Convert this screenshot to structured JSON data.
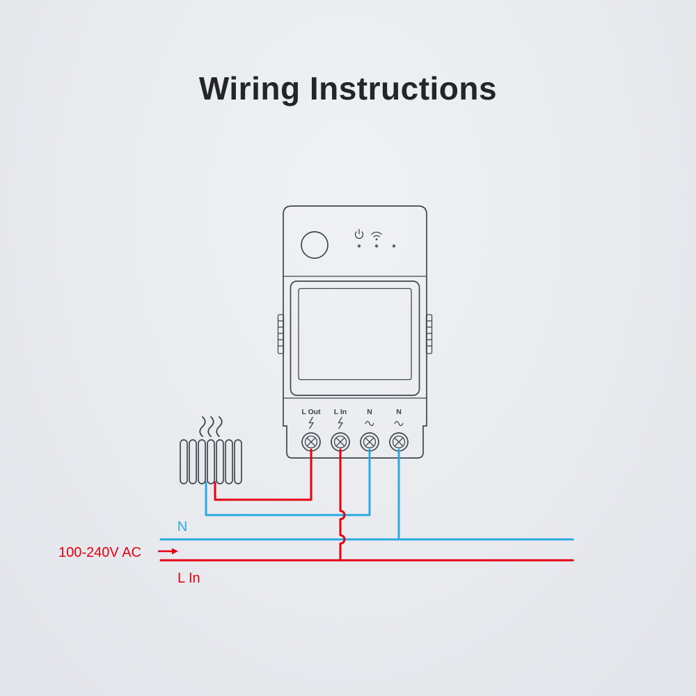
{
  "title": "Wiring Instructions",
  "device": {
    "name": "smart-switch",
    "terminals": [
      {
        "label": "L Out",
        "icon": "lightning"
      },
      {
        "label": "L In",
        "icon": "lightning"
      },
      {
        "label": "N",
        "icon": "ac-wave"
      },
      {
        "label": "N",
        "icon": "ac-wave"
      }
    ],
    "indicators": [
      "power-icon",
      "wifi-icon",
      "led",
      "led",
      "led"
    ]
  },
  "load": {
    "type": "heater-radiator"
  },
  "wiring": {
    "neutral_label": "N",
    "supply_label": "100-240V AC",
    "live_label": "L In"
  },
  "colors": {
    "live_wire": "#e60012",
    "neutral_wire": "#29abe2",
    "device_outline": "#3f464d",
    "title_text": "#232527",
    "background": "#e8eaee"
  }
}
